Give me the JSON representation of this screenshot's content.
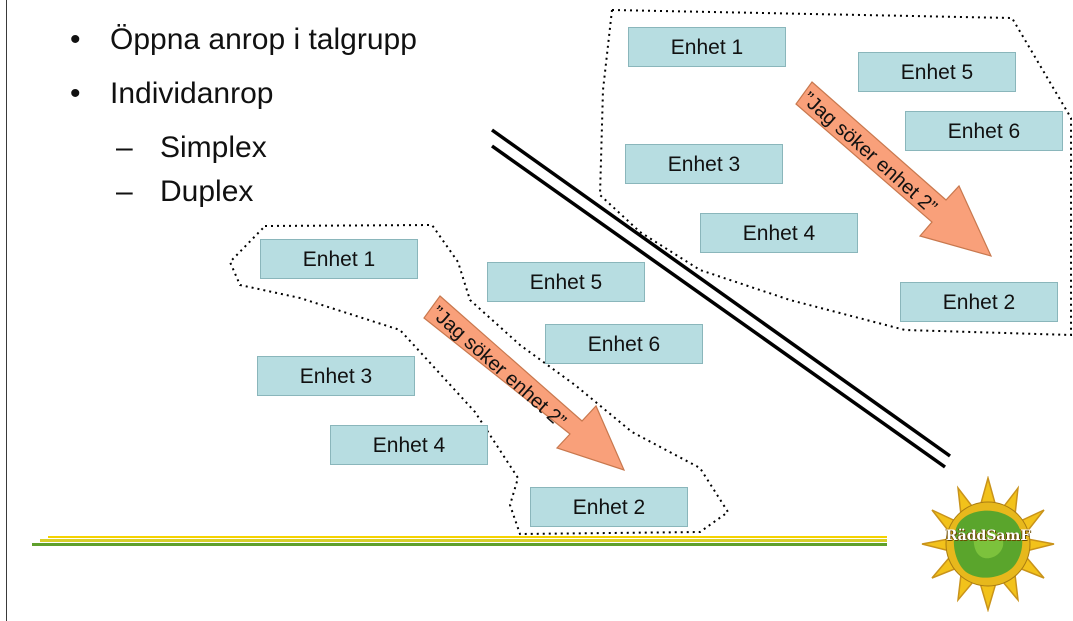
{
  "bullets": [
    {
      "mark": "•",
      "text": "Öppna anrop i talgrupp"
    },
    {
      "mark": "•",
      "text": "Individanrop"
    }
  ],
  "sub_bullets": [
    {
      "mark": "–",
      "text": "Simplex"
    },
    {
      "mark": "–",
      "text": "Duplex"
    }
  ],
  "group_left": {
    "units": [
      "Enhet 1",
      "Enhet 5",
      "Enhet 6",
      "Enhet 3",
      "Enhet 4",
      "Enhet 2"
    ],
    "arrow_label": "”Jag söker enhet 2”"
  },
  "group_right": {
    "units": [
      "Enhet 1",
      "Enhet 5",
      "Enhet 6",
      "Enhet 3",
      "Enhet 4",
      "Enhet 2"
    ],
    "arrow_label": "”Jag söker enhet 2”"
  },
  "logo": {
    "text": "RäddSamF",
    "icon": "raddsamf-logo-icon"
  },
  "colors": {
    "unit_fill": "#b7dde1",
    "arrow_fill": "#f9a07a",
    "footer_yellow": "#f5d200",
    "footer_green": "#5fa02c"
  }
}
